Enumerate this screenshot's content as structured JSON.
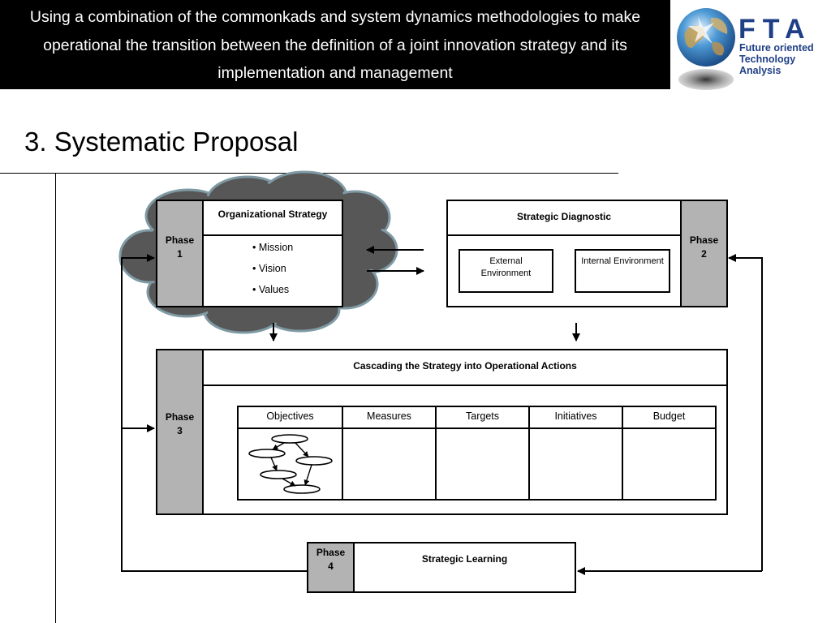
{
  "header": {
    "banner_text": "Using a combination of the commonkads and system dynamics methodologies to make operational the transition between the definition of a joint innovation strategy and its implementation and management",
    "logo_letters": "FTA",
    "logo_line1": "Future oriented",
    "logo_line2": "Technology",
    "logo_line3": "Analysis"
  },
  "slide_title": "3. Systematic Proposal",
  "phase1": {
    "label": "Phase 1",
    "title": "Organizational Strategy",
    "bullets": [
      "Mission",
      "Vision",
      "Values"
    ]
  },
  "phase2": {
    "label": "Phase 2",
    "title": "Strategic Diagnostic",
    "external": "External Environment",
    "internal": "Internal Environment"
  },
  "phase3": {
    "label": "Phase 3",
    "title": "Cascading the Strategy into Operational Actions",
    "columns": [
      "Objectives",
      "Measures",
      "Targets",
      "Initiatives",
      "Budget"
    ]
  },
  "phase4": {
    "label": "Phase 4",
    "title": "Strategic Learning"
  },
  "colors": {
    "banner": "#000000",
    "phase_fill": "#b3b3b3",
    "cloud_fill": "#575757",
    "cloud_stroke": "#7f9aa4",
    "logo_blue": "#1f3f86"
  }
}
